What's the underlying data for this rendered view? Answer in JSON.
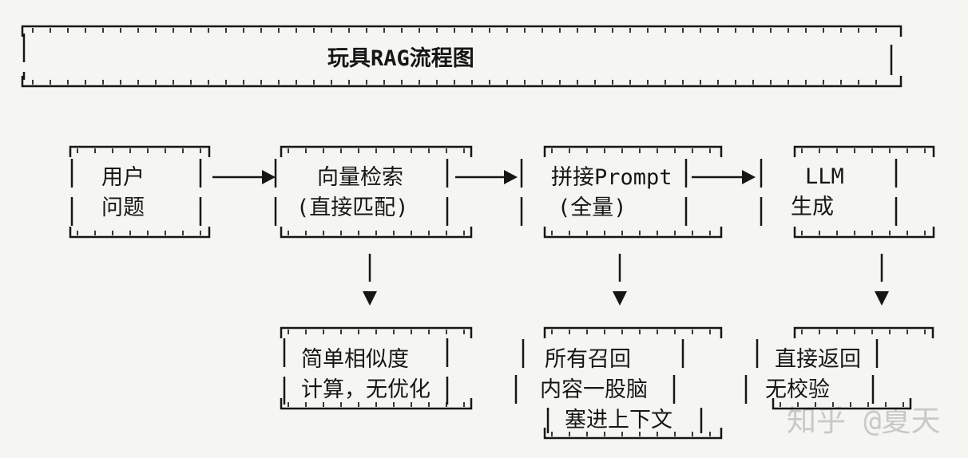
{
  "colors": {
    "background": "#f5f5f2",
    "ink": "#161616",
    "watermark": "#c9c9c8"
  },
  "title": {
    "label": "玩具RAG流程图"
  },
  "watermark": {
    "label": "知乎 @夏天"
  },
  "flow": {
    "nodes": [
      {
        "name": "user-question",
        "line1": "用户",
        "line2": "问题"
      },
      {
        "name": "vector-retrieval",
        "line1": "向量检索",
        "line2": "(直接匹配)"
      },
      {
        "name": "prompt-assembly",
        "line1": "拼接Prompt",
        "line2": "(全量)"
      },
      {
        "name": "llm-generate",
        "line1": "LLM",
        "line2": "生成"
      }
    ],
    "notes": [
      {
        "name": "retrieval-note",
        "line1": "简单相似度",
        "line2": "计算，无优化",
        "line3": ""
      },
      {
        "name": "prompt-note",
        "line1": "所有召回",
        "line2": "内容一股脑",
        "line3": "塞进上下文"
      },
      {
        "name": "llm-note",
        "line1": "直接返回",
        "line2": "无校验",
        "line3": ""
      }
    ]
  }
}
